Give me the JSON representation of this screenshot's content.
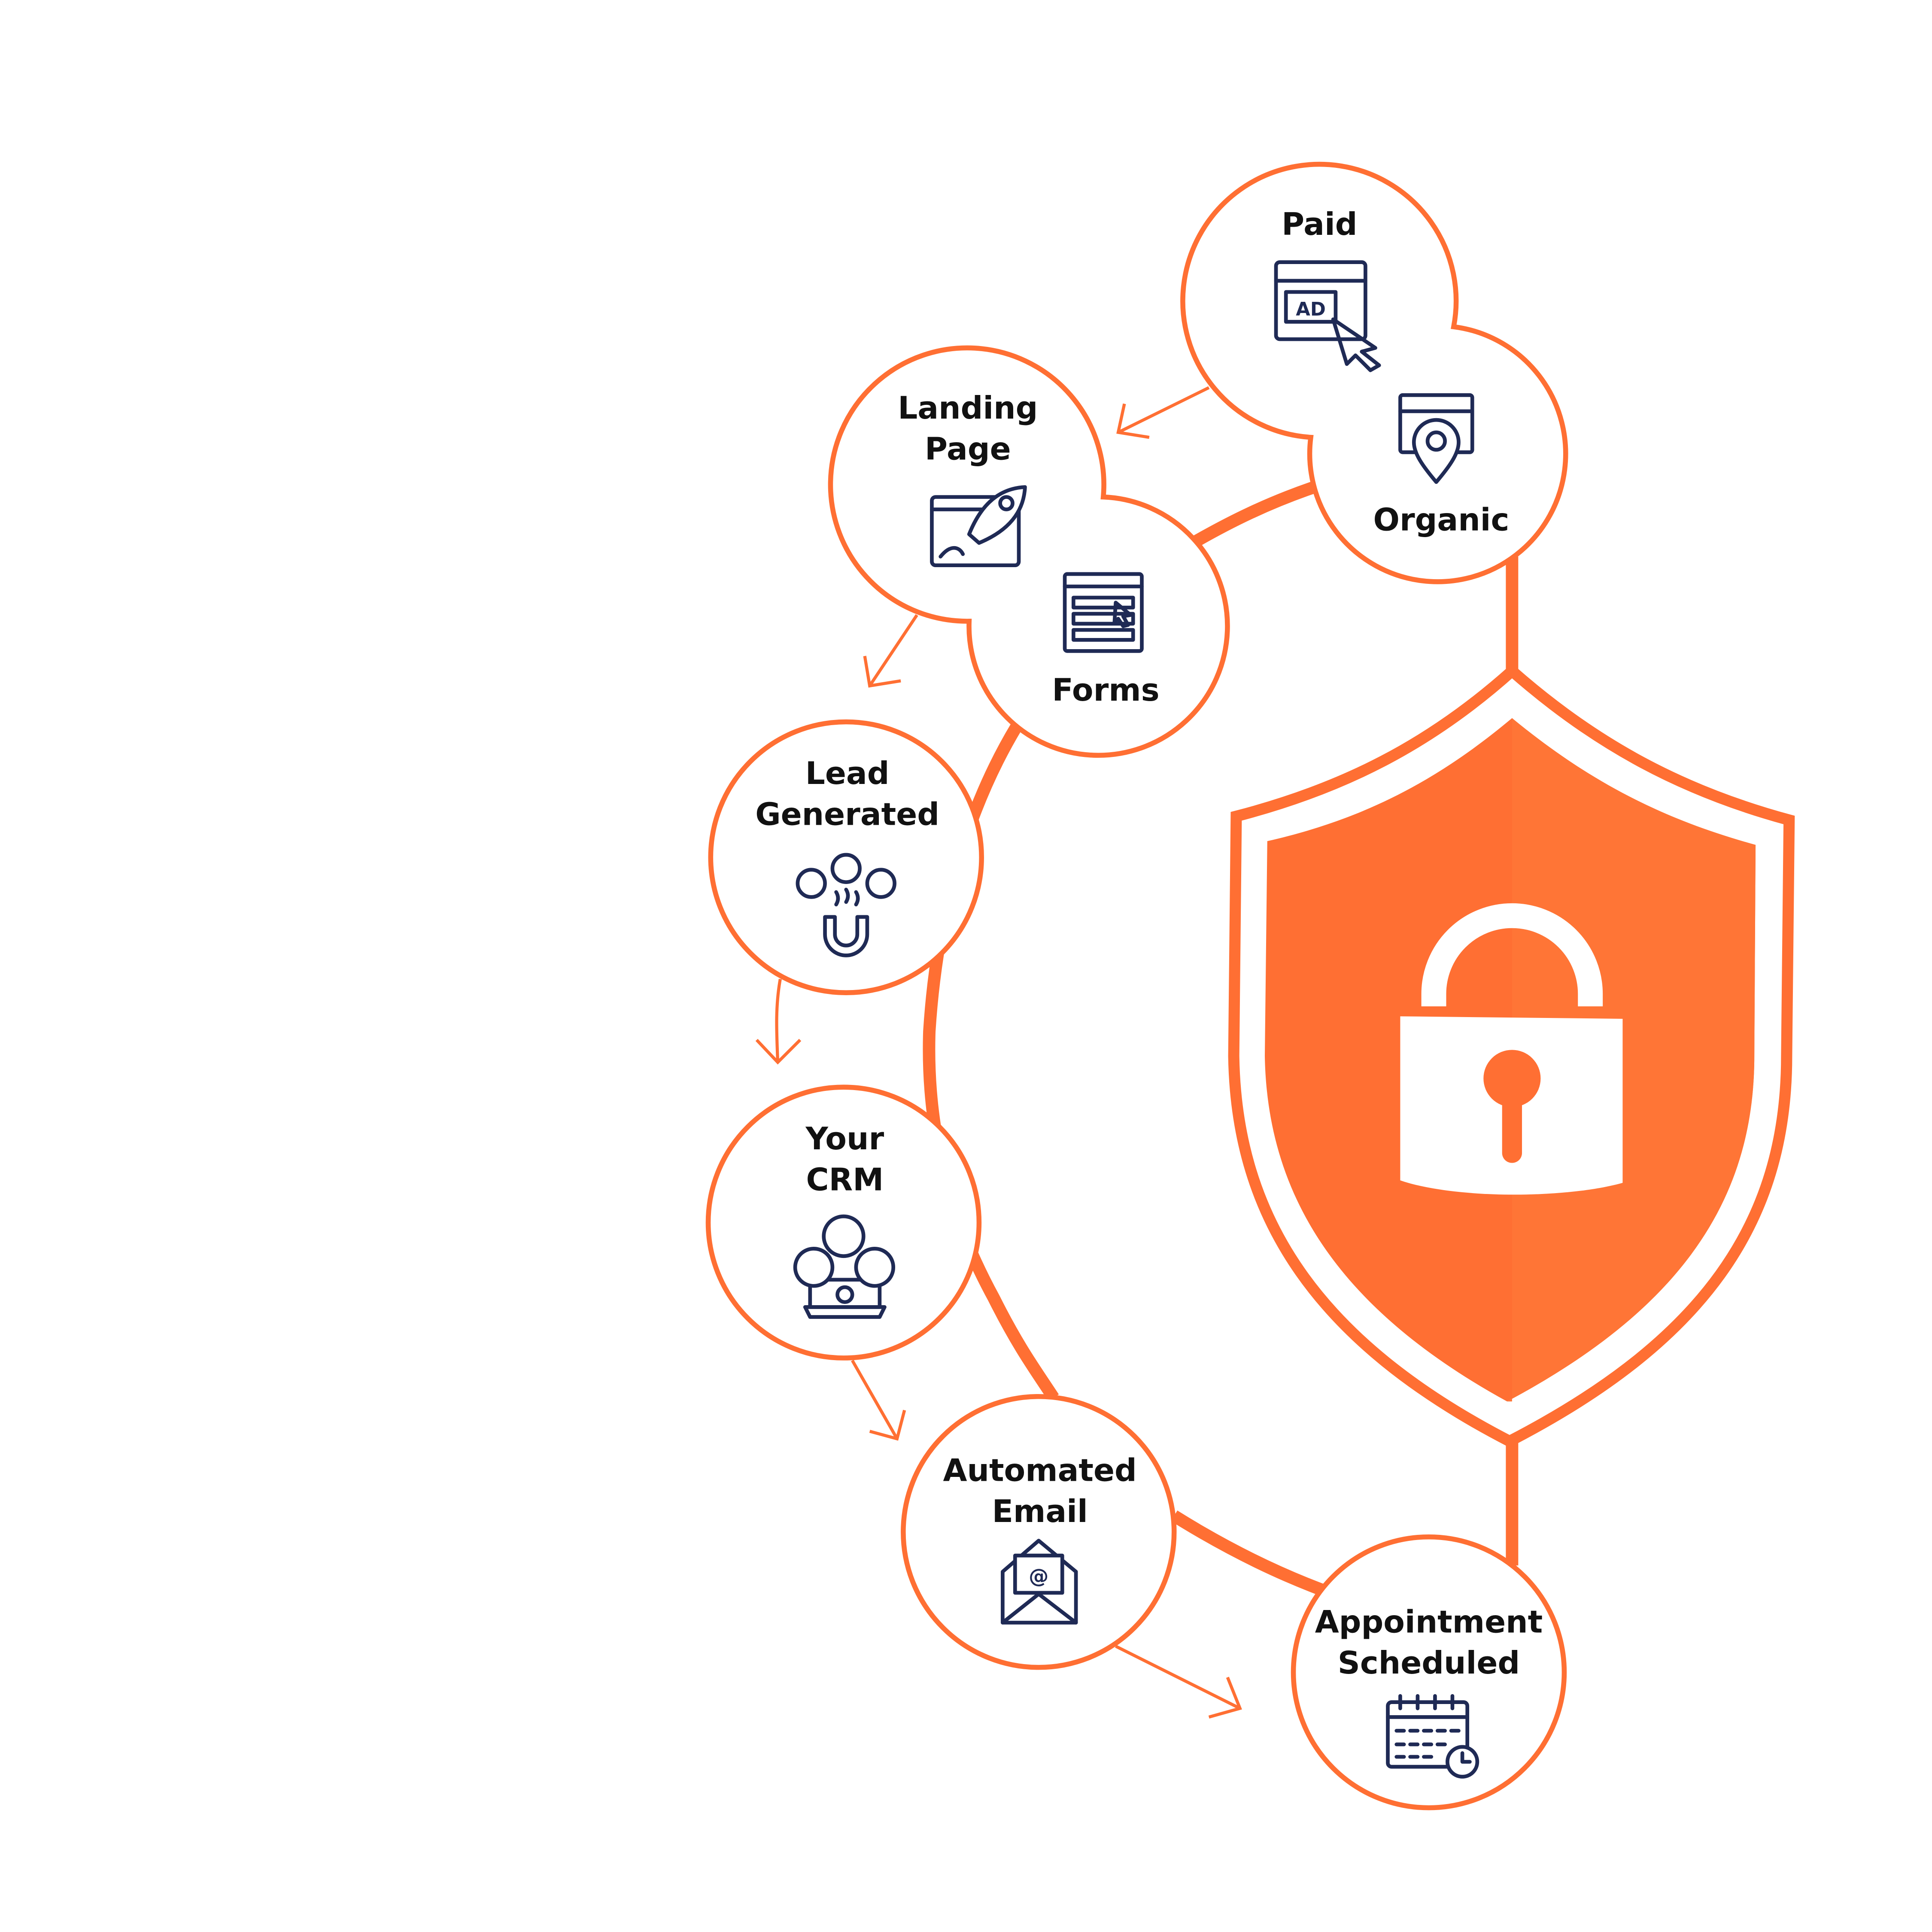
{
  "colors": {
    "accent": "#ff6f33",
    "icon": "#1f2a55",
    "background": "#ffffff"
  },
  "nodes": {
    "paid": {
      "label": "Paid",
      "icon": "ad-browser-icon"
    },
    "organic": {
      "label": "Organic",
      "icon": "location-browser-icon"
    },
    "landing": {
      "line1": "Landing",
      "line2": "Page",
      "icon": "rocket-browser-icon"
    },
    "forms": {
      "label": "Forms",
      "icon": "form-icon"
    },
    "lead": {
      "line1": "Lead",
      "line2": "Generated",
      "icon": "magnet-users-icon"
    },
    "crm": {
      "line1": "Your",
      "line2": "CRM",
      "icon": "crm-laptop-icon"
    },
    "email": {
      "line1": "Automated",
      "line2": "Email",
      "icon": "envelope-icon"
    },
    "appointment": {
      "line1": "Appointment",
      "line2": "Scheduled",
      "icon": "calendar-clock-icon"
    }
  },
  "center": {
    "icon": "shield-lock-icon"
  }
}
